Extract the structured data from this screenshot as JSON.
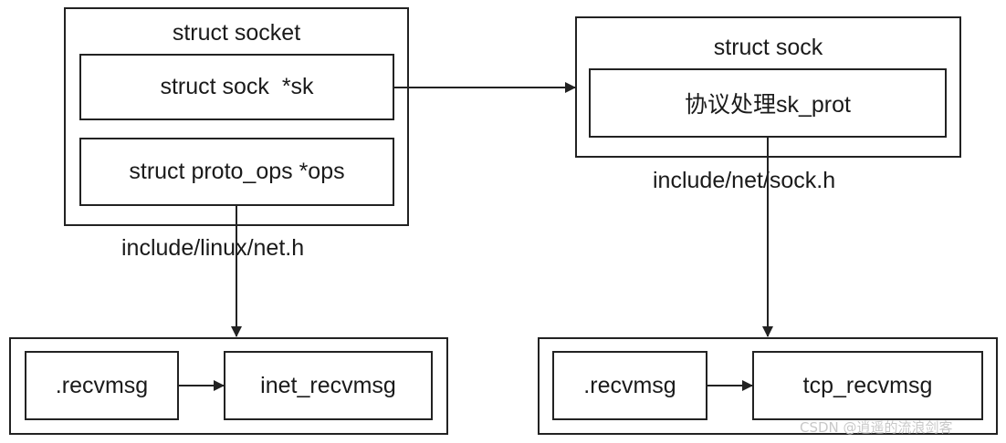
{
  "socket": {
    "title": "struct socket",
    "sk_field": "struct sock  *sk",
    "ops_field": "struct proto_ops *ops",
    "header_file": "include/linux/net.h"
  },
  "sock": {
    "title": "struct sock",
    "prot_field": "协议处理sk_prot",
    "header_file": "include/net/sock.h"
  },
  "inet_ops": {
    "method": ".recvmsg",
    "impl": "inet_recvmsg"
  },
  "tcp_prot": {
    "method": ".recvmsg",
    "impl": "tcp_recvmsg"
  },
  "watermark": "CSDN @逍遥的流浪剑客"
}
